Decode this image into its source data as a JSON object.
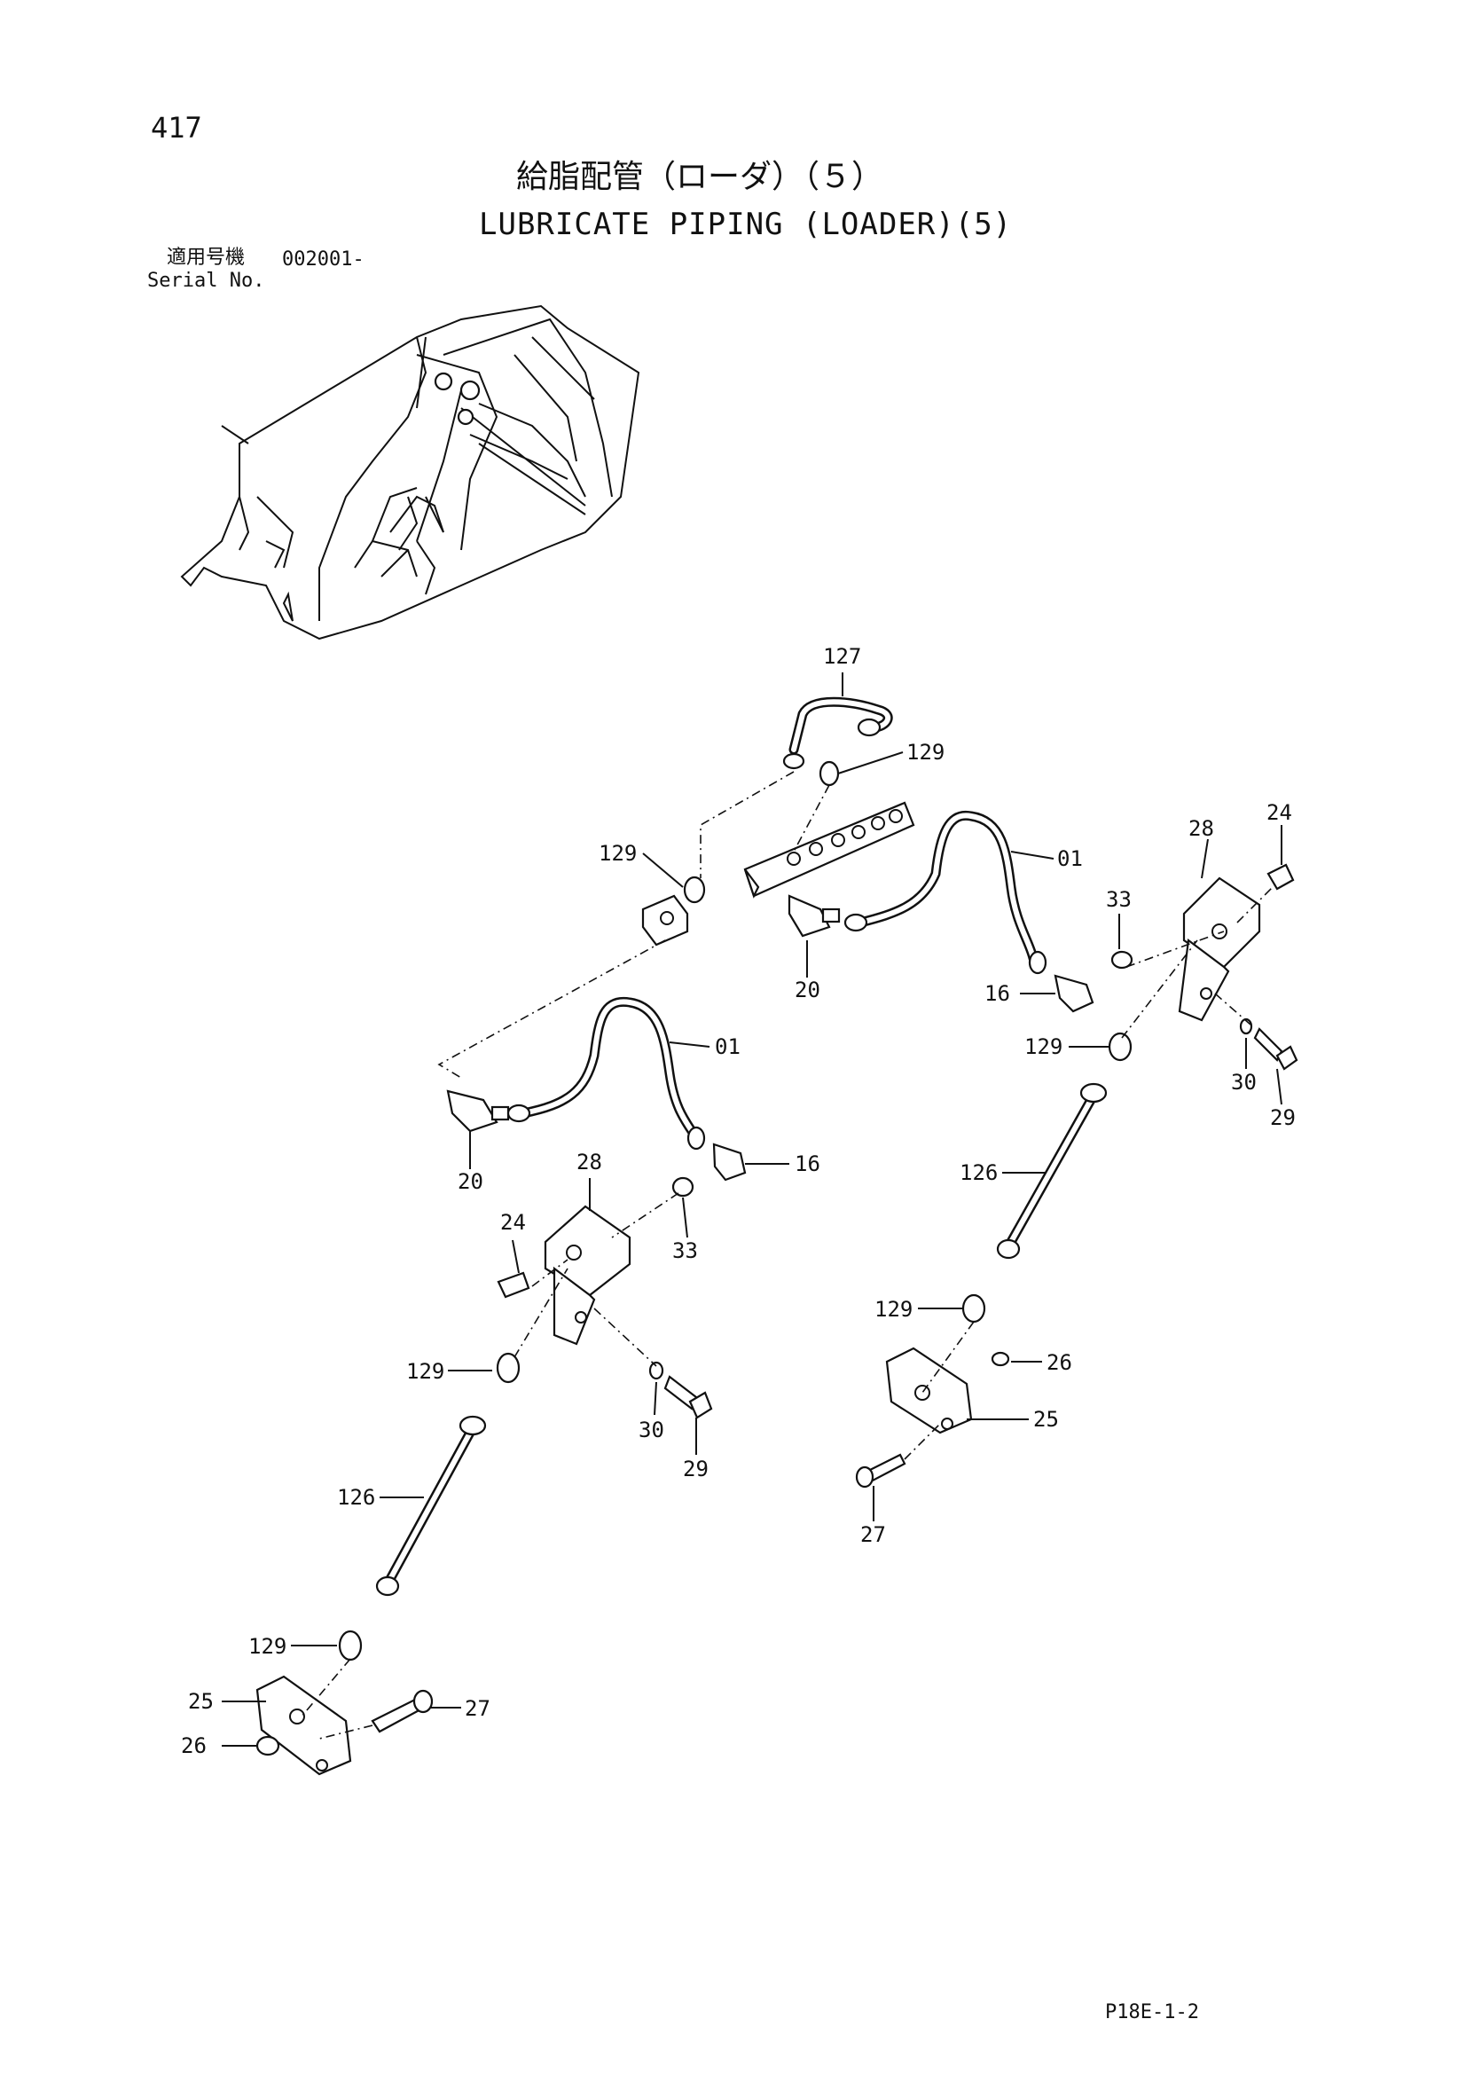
{
  "page_number": "417",
  "title_jp": "給脂配管（ローダ）（５）",
  "title_en": "LUBRICATE PIPING (LOADER)(5)",
  "serial_label_jp": "適用号機",
  "serial_value": "002001-",
  "serial_label_en": "Serial No.",
  "page_ref": "P18E-1-2",
  "callouts": {
    "c127": "127",
    "c129_top_right": "129",
    "c129_top_left": "129",
    "c01_upper": "01",
    "c28_right": "28",
    "c24_right": "24",
    "c33_right": "33",
    "c20_upper": "20",
    "c16_upper": "16",
    "c129_right": "129",
    "c30_right": "30",
    "c29_right": "29",
    "c01_lower": "01",
    "c20_lower": "20",
    "c16_lower": "16",
    "c28_left": "28",
    "c126_right": "126",
    "c24_left": "24",
    "c33_left": "33",
    "c129_right_lower": "129",
    "c26_right": "26",
    "c129_left": "129",
    "c25_right": "25",
    "c30_left": "30",
    "c29_left": "29",
    "c27_right": "27",
    "c126_left": "126",
    "c129_left_lower": "129",
    "c25_left": "25",
    "c27_left": "27",
    "c26_left": "26"
  }
}
